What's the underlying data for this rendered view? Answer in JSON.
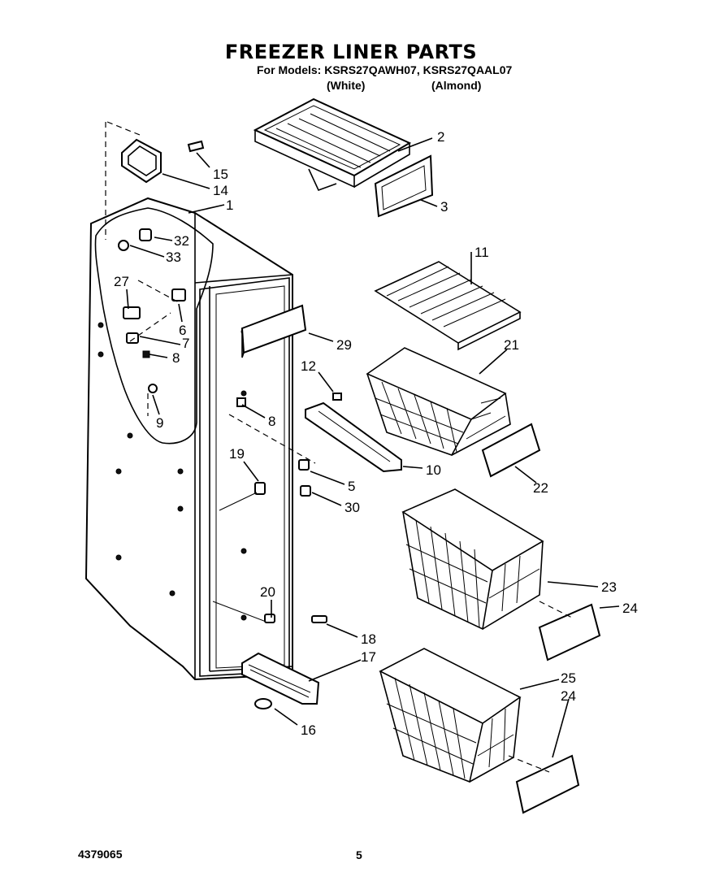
{
  "header": {
    "title": "FREEZER LINER PARTS",
    "models": "For Models: KSRS27QAWH07, KSRS27QAAL07",
    "variant_white": "(White)",
    "variant_almond": "(Almond)"
  },
  "footer": {
    "document_number": "4379065",
    "page_number": "5"
  },
  "callouts": {
    "c1": "1",
    "c2": "2",
    "c3": "3",
    "c5": "5",
    "c6": "6",
    "c7": "7",
    "c8a": "8",
    "c8b": "8",
    "c9": "9",
    "c10": "10",
    "c11": "11",
    "c12": "12",
    "c14": "14",
    "c15": "15",
    "c16": "16",
    "c17": "17",
    "c18": "18",
    "c19": "19",
    "c20": "20",
    "c21": "21",
    "c22": "22",
    "c23": "23",
    "c24a": "24",
    "c24b": "24",
    "c25": "25",
    "c27": "27",
    "c29": "29",
    "c30": "30",
    "c32": "32",
    "c33": "33"
  }
}
